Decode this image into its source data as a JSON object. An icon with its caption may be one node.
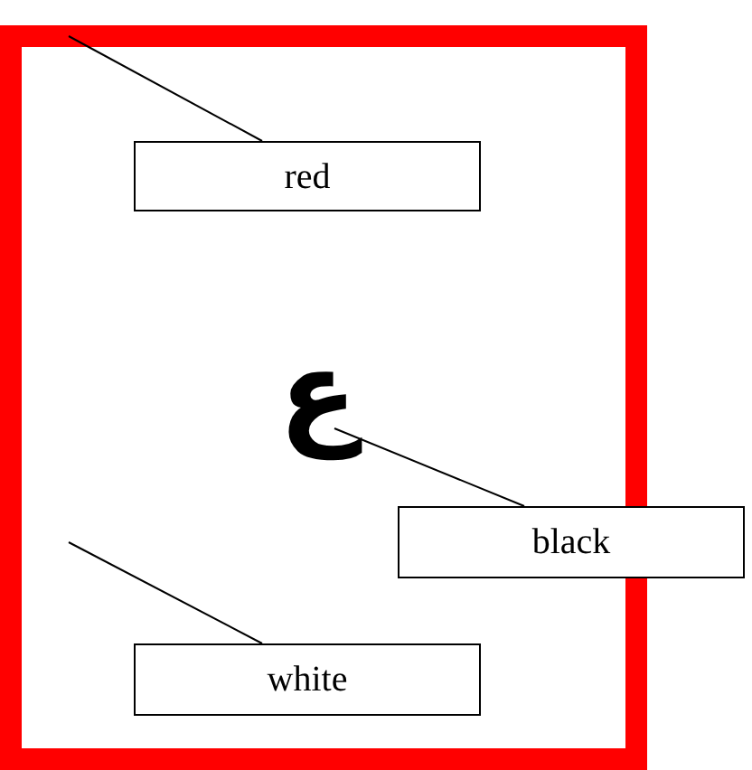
{
  "diagram": {
    "nodes": [
      {
        "text": [],
        "shape": "box"
      },
      {
        "text": [
          "red"
        ],
        "in": 0
      },
      {
        "text": [
          "ع"
        ],
        "in": 0
      },
      {
        "text": [
          "black"
        ]
      },
      {
        "text": [
          "white"
        ],
        "in": 0
      }
    ],
    "edges": [
      {
        "from": 1,
        "to": 0,
        "arrow": "none"
      },
      {
        "from": 3,
        "to": 2,
        "arrow": "none"
      },
      {
        "from": 4,
        "to": null,
        "arrow": "none"
      }
    ]
  }
}
